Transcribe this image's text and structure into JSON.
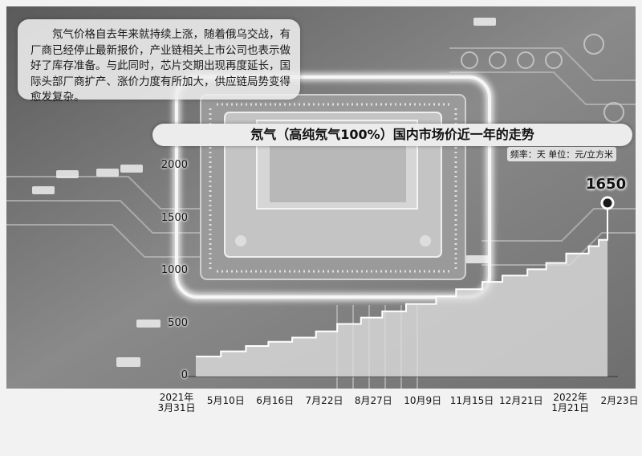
{
  "intro": {
    "text": "氖气价格自去年来就持续上涨，随着俄乌交战，有厂商已经停止最新报价，产业链相关上市公司也表示做好了库存准备。与此同时，芯片交期出现再度延长，国际头部厂商扩产、涨价力度有所加大，供应链局势变得愈发复杂。"
  },
  "chart_data": {
    "type": "area",
    "title": "氖气（高纯氖气100%）国内市场价近一年的走势",
    "note": "频率：天  单位：元/立方米",
    "ylim": [
      0,
      2000
    ],
    "yticks": [
      "0",
      "500",
      "1000",
      "1500",
      "2000"
    ],
    "xtick_labels": [
      "2021年\n3月31日",
      "5月10日",
      "6月16日",
      "7月22日",
      "8月27日",
      "10月9日",
      "11月15日",
      "12月21日",
      "2022年\n1月21日",
      "2月23日"
    ],
    "last_value_label": "1650",
    "x": [
      "2021-03-31",
      "2021-04-20",
      "2021-05-10",
      "2021-05-28",
      "2021-06-16",
      "2021-07-05",
      "2021-07-22",
      "2021-08-10",
      "2021-08-27",
      "2021-09-15",
      "2021-10-09",
      "2021-10-25",
      "2021-11-15",
      "2021-12-01",
      "2021-12-21",
      "2022-01-05",
      "2022-01-21",
      "2022-02-08",
      "2022-02-16",
      "2022-02-23"
    ],
    "values": [
      190,
      240,
      290,
      330,
      370,
      430,
      500,
      560,
      620,
      690,
      760,
      830,
      900,
      960,
      1020,
      1080,
      1170,
      1240,
      1300,
      1650
    ],
    "colors": {
      "fill": "#dcdcdc",
      "line": "#ffffff",
      "marker": "#1a1a1a"
    }
  }
}
